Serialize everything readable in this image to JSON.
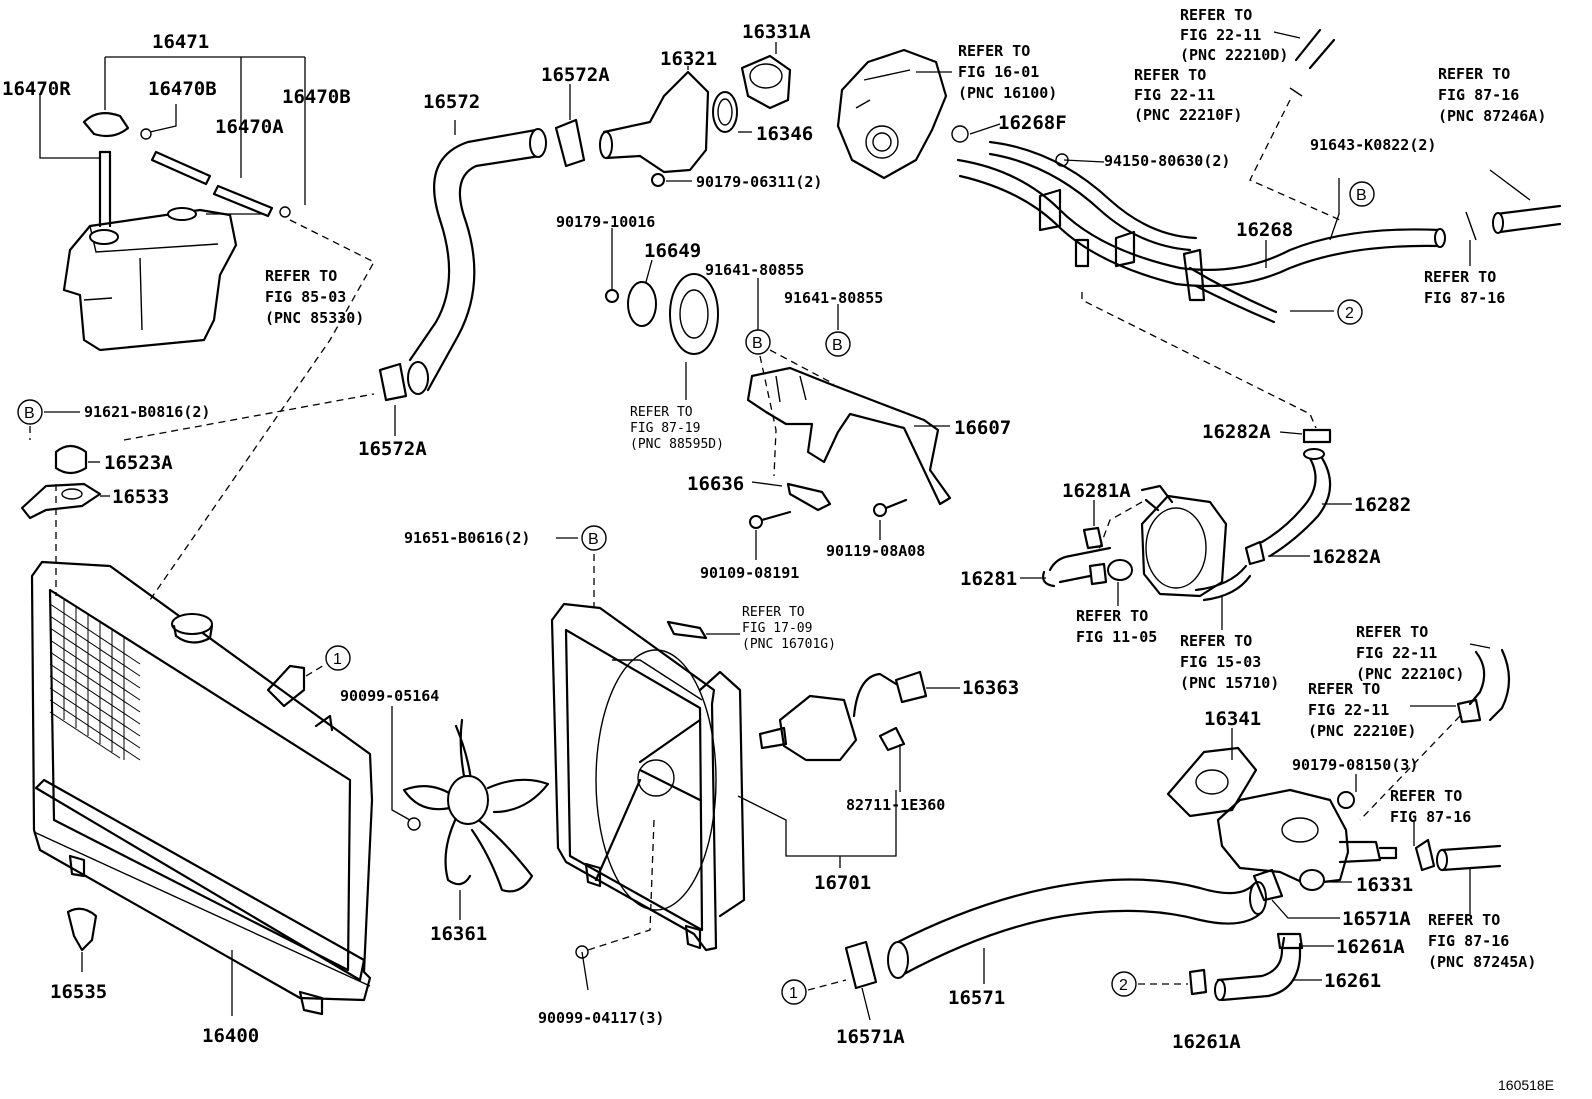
{
  "figure_id": "160518E",
  "labels": {
    "p16471": "16471",
    "p16470R": "16470R",
    "p16470B_1": "16470B",
    "p16470B_2": "16470B",
    "p16470A": "16470A",
    "p16572": "16572",
    "p16572A_1": "16572A",
    "p16572A_2": "16572A",
    "p16321": "16321",
    "p16331A": "16331A",
    "p16346": "16346",
    "p90179_06311": "90179-06311(2)",
    "p16268F": "16268F",
    "p94150": "94150-80630(2)",
    "p91643": "91643-K0822(2)",
    "p16268": "16268",
    "p90179_10016": "90179-10016",
    "p16649": "16649",
    "p91641_a": "91641-80855",
    "p91641_b": "91641-80855",
    "p16607": "16607",
    "p16636": "16636",
    "p90109": "90109-08191",
    "p90119": "90119-08A08",
    "p91621": "91621-B0816(2)",
    "p16523A": "16523A",
    "p16533": "16533",
    "p91651": "91651-B0616(2)",
    "p16282A_1": "16282A",
    "p16282": "16282",
    "p16282A_2": "16282A",
    "p16281A": "16281A",
    "p16281": "16281",
    "p16363": "16363",
    "p90099_05164": "90099-05164",
    "p82711": "82711-1E360",
    "p16701": "16701",
    "p16361": "16361",
    "p16341": "16341",
    "p90179_08150": "90179-08150(3)",
    "p16331": "16331",
    "p16571A_1": "16571A",
    "p16571A_2": "16571A",
    "p16571": "16571",
    "p16261A_1": "16261A",
    "p16261A_2": "16261A",
    "p16261": "16261",
    "p16535": "16535",
    "p16400": "16400",
    "p90099_04117": "90099-04117(3)"
  },
  "references": {
    "r85_03": [
      "REFER TO",
      "FIG 85-03",
      "(PNC 85330)"
    ],
    "r16_01": [
      "REFER TO",
      "FIG 16-01",
      "(PNC 16100)"
    ],
    "r22_11_D": [
      "REFER TO",
      "FIG 22-11",
      "(PNC 22210D)"
    ],
    "r22_11_F": [
      "REFER TO",
      "FIG 22-11",
      "(PNC 22210F)"
    ],
    "r87_16_A": [
      "REFER TO",
      "FIG 87-16",
      "(PNC 87246A)"
    ],
    "r87_16_B": [
      "REFER TO",
      "FIG 87-16"
    ],
    "r87_19": [
      "REFER TO",
      "FIG 87-19",
      "(PNC 88595D)"
    ],
    "r17_09": [
      "REFER TO",
      "FIG 17-09",
      "(PNC 16701G)"
    ],
    "r11_05": [
      "REFER TO",
      "FIG 11-05"
    ],
    "r15_03": [
      "REFER TO",
      "FIG 15-03",
      "(PNC 15710)"
    ],
    "r22_11_C": [
      "REFER TO",
      "FIG 22-11",
      "(PNC 22210C)"
    ],
    "r22_11_E": [
      "REFER TO",
      "FIG 22-11",
      "(PNC 22210E)"
    ],
    "r87_16_C": [
      "REFER TO",
      "FIG 87-16"
    ],
    "r87_16_245": [
      "REFER TO",
      "FIG 87-16",
      "(PNC 87245A)"
    ]
  },
  "symbols": {
    "b": "B",
    "one": "1",
    "two": "2"
  }
}
